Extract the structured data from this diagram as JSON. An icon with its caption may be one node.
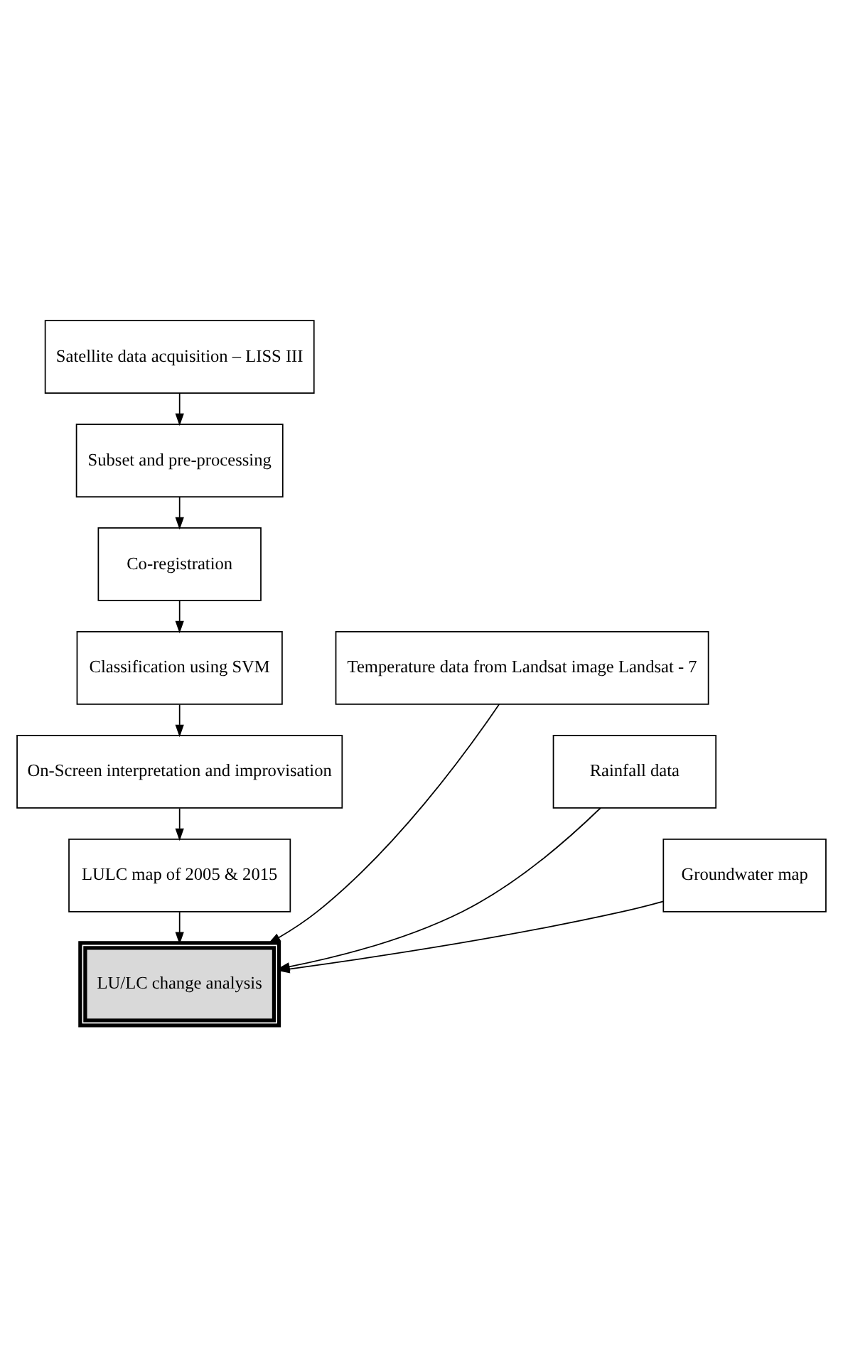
{
  "diagram": {
    "nodes": [
      {
        "text": [
          "Satellite data acquisition – LISS III"
        ]
      },
      {
        "text": [
          "Subset and pre-processing"
        ]
      },
      {
        "text": [
          "Co-registration"
        ]
      },
      {
        "text": [
          "Classification using SVM"
        ]
      },
      {
        "text": [
          "On-Screen interpretation and improvisation"
        ]
      },
      {
        "text": [
          "LULC map of 2005 & 2015"
        ]
      },
      {
        "text": [
          "LU/LC change analysis"
        ]
      },
      {
        "text": [
          "Temperature data from Landsat image Landsat - 7"
        ]
      },
      {
        "text": [
          "Rainfall data"
        ]
      },
      {
        "text": [
          "Groundwater map"
        ]
      }
    ],
    "edges": [
      {
        "from": 0,
        "to": 1,
        "arrow": "to"
      },
      {
        "from": 1,
        "to": 2,
        "arrow": "to"
      },
      {
        "from": 2,
        "to": 3,
        "arrow": "to"
      },
      {
        "from": 3,
        "to": 4,
        "arrow": "to"
      },
      {
        "from": 4,
        "to": 5,
        "arrow": "to"
      },
      {
        "from": 5,
        "to": 6,
        "arrow": "to"
      },
      {
        "from": 7,
        "to": 6,
        "arrow": "to"
      },
      {
        "from": 8,
        "to": 6,
        "arrow": "to"
      },
      {
        "from": 9,
        "to": 6,
        "arrow": "to"
      }
    ]
  }
}
